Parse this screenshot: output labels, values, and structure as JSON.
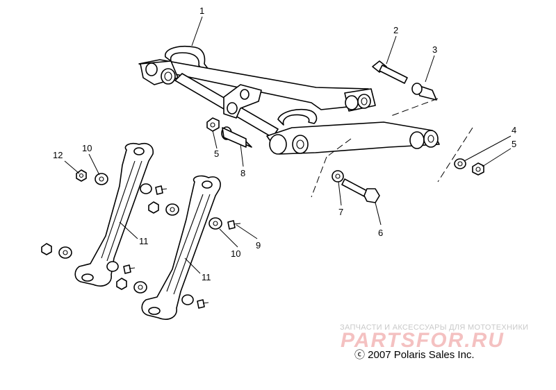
{
  "callouts": {
    "c1": "1",
    "c2": "2",
    "c3": "3",
    "c4": "4",
    "c5a": "5",
    "c5b": "5",
    "c6": "6",
    "c7": "7",
    "c8": "8",
    "c9": "9",
    "c10a": "10",
    "c10b": "10",
    "c11a": "11",
    "c11b": "11",
    "c12": "12"
  },
  "watermark": {
    "caption": "ЗАПЧАСТИ И АКСЕССУАРЫ ДЛЯ МОТОТЕХНИКИ",
    "logo": "PARTSFOR.RU"
  },
  "copyright": "ⓒ 2007 Polaris Sales Inc.",
  "colors": {
    "line": "#000000",
    "watermark_text": "#c9c9c9",
    "watermark_logo": "#f4c1c1"
  }
}
